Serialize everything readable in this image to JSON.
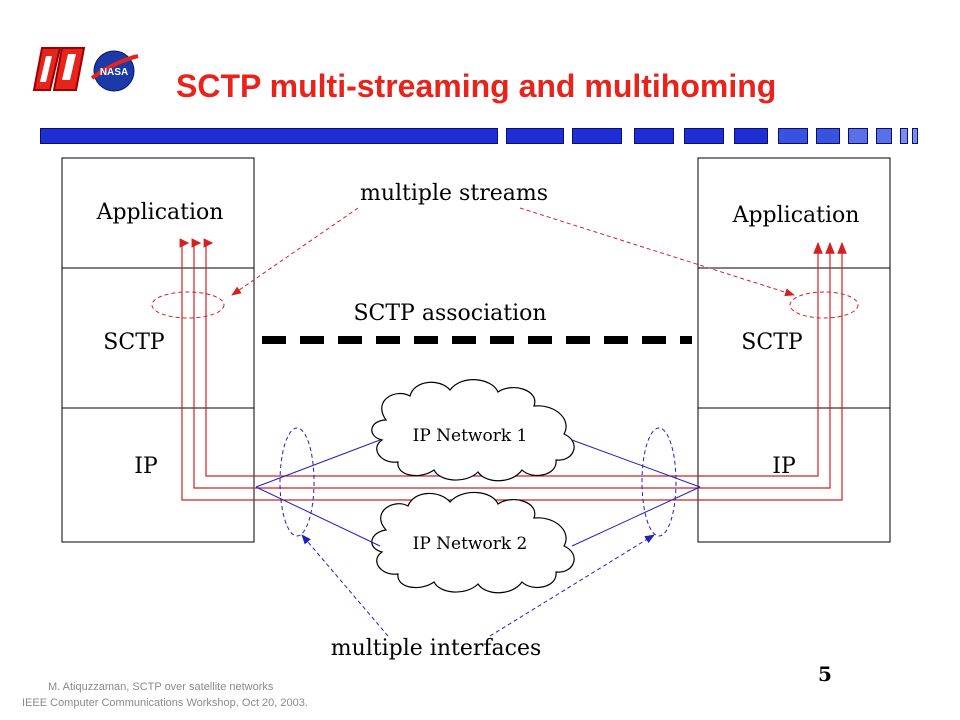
{
  "slide": {
    "title": "SCTP multi-streaming and multihoming",
    "page_number": "5",
    "footer_line1": "M. Atiquzzaman, SCTP over satellite networks",
    "footer_line2": "IEEE Computer Communications Workshop, Oct 20, 2003."
  },
  "logos": {
    "ou_logo": "OU",
    "nasa_logo": "NASA"
  },
  "diagram": {
    "left_stack": {
      "application": "Application",
      "sctp": "SCTP",
      "ip": "IP"
    },
    "right_stack": {
      "application": "Application",
      "sctp": "SCTP",
      "ip": "IP"
    },
    "labels": {
      "multiple_streams": "multiple streams",
      "sctp_association": "SCTP association",
      "ip_network_1": "IP Network 1",
      "ip_network_2": "IP Network 2",
      "multiple_interfaces": "multiple interfaces"
    },
    "colors": {
      "streams": "#d42020",
      "interfaces": "#2020c0",
      "association": "#000000",
      "title": "#e8231c",
      "bar": "#1e2fd6"
    }
  }
}
